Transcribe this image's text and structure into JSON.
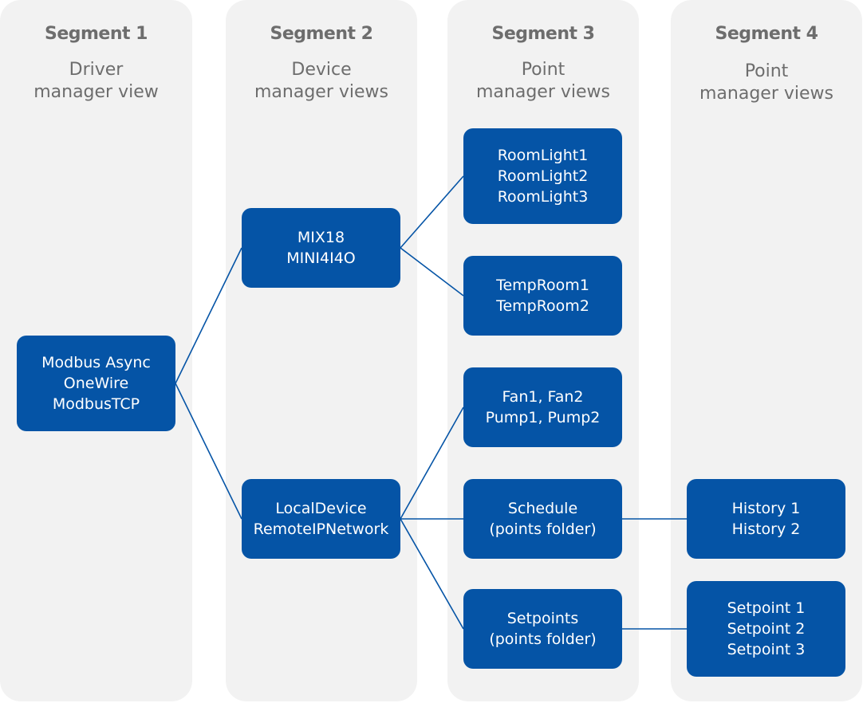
{
  "segments": [
    {
      "title": "Segment 1",
      "subtitle": [
        "Driver",
        "manager view"
      ]
    },
    {
      "title": "Segment 2",
      "subtitle": [
        "Device",
        "manager views"
      ]
    },
    {
      "title": "Segment 3",
      "subtitle": [
        "Point",
        "manager views"
      ]
    },
    {
      "title": "Segment 4",
      "subtitle": [
        "Point",
        "manager views"
      ]
    }
  ],
  "nodes": {
    "drivers": [
      "Modbus Async",
      "OneWire",
      "ModbusTCP"
    ],
    "mix": [
      "MIX18",
      "MINI4I4O"
    ],
    "local": [
      "LocalDevice",
      "RemoteIPNetwork"
    ],
    "roomlight": [
      "RoomLight1",
      "RoomLight2",
      "RoomLight3"
    ],
    "temproom": [
      "TempRoom1",
      "TempRoom2"
    ],
    "fanpump": [
      "Fan1, Fan2",
      "Pump1, Pump2"
    ],
    "schedule": [
      "Schedule",
      "(points folder)"
    ],
    "setpoints": [
      "Setpoints",
      "(points folder)"
    ],
    "history": [
      "History 1",
      "History 2"
    ],
    "setpointlist": [
      "Setpoint 1",
      "Setpoint 2",
      "Setpoint 3"
    ]
  },
  "colors": {
    "node": "#0554a6",
    "link": "#0554a6",
    "column": "#f2f2f2",
    "heading": "#6d6d6d"
  }
}
